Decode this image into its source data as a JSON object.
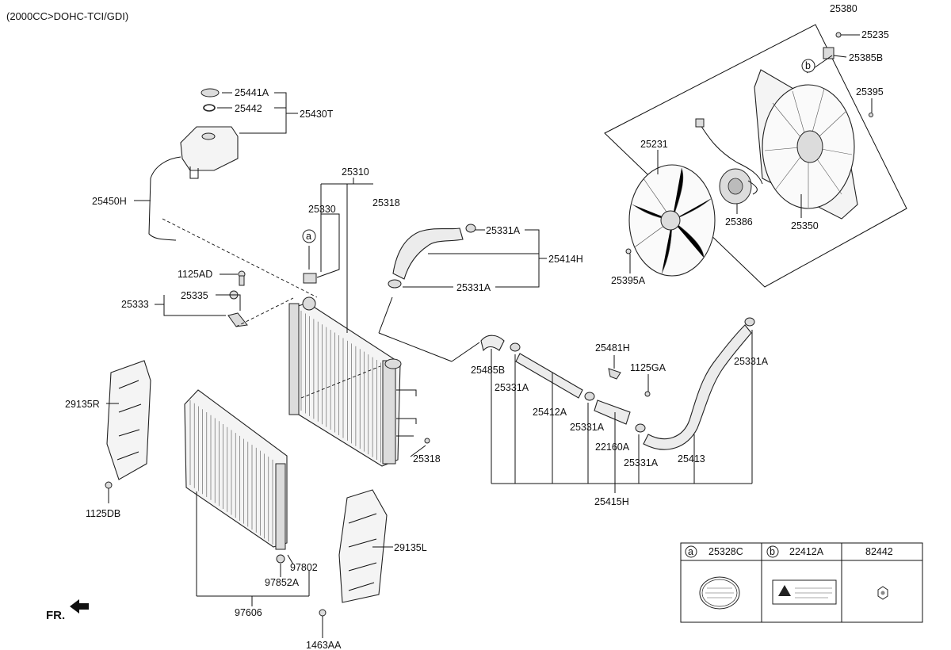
{
  "header": {
    "engine_note": "(2000CC>DOHC-TCI/GDI)"
  },
  "labels": {
    "p25380": "25380",
    "p25235": "25235",
    "p25385B": "25385B",
    "p25395": "25395",
    "p25231": "25231",
    "p25386": "25386",
    "p25350": "25350",
    "p25395A": "25395A",
    "p25441A": "25441A",
    "p25442": "25442",
    "p25430T": "25430T",
    "p25450H": "25450H",
    "p25310": "25310",
    "p25318_top": "25318",
    "p25330": "25330",
    "p25331A_1": "25331A",
    "p25414H": "25414H",
    "p25331A_2": "25331A",
    "p1125AD": "1125AD",
    "p25335": "25335",
    "p25333": "25333",
    "p25481H": "25481H",
    "p1125GA": "1125GA",
    "p25485B": "25485B",
    "p25331A_3": "25331A",
    "p25331A_4": "25331A",
    "p25412A": "25412A",
    "p25331A_5": "25331A",
    "p22160A": "22160A",
    "p25331A_6": "25331A",
    "p25413": "25413",
    "p25415H": "25415H",
    "p29135R": "29135R",
    "p1125DB": "1125DB",
    "p25318_bottom": "25318",
    "p29135L": "29135L",
    "p97802": "97802",
    "p97852A": "97852A",
    "p97606": "97606",
    "p1463AA": "1463AA",
    "fr": "FR."
  },
  "callouts": {
    "a": "a",
    "b": "b"
  },
  "legend_table": {
    "col_a_marker": "a",
    "col_a_part": "25328C",
    "col_b_marker": "b",
    "col_b_part": "22412A",
    "col_c_part": "82442"
  }
}
